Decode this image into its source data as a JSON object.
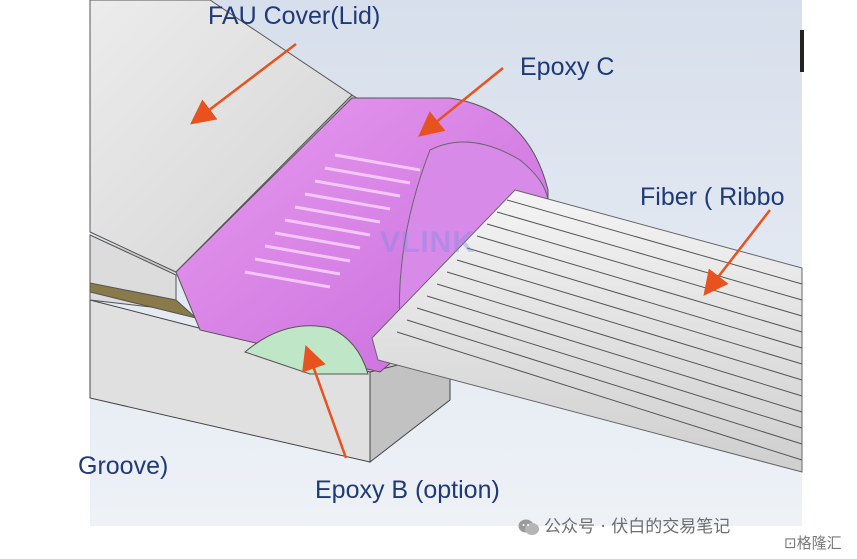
{
  "labels": {
    "fau_cover": "FAU Cover(Lid)",
    "epoxy_c": "Epoxy C",
    "fiber_ribbon": "Fiber ( Ribbo",
    "groove": "Groove)",
    "epoxy_b": "Epoxy B (option)"
  },
  "watermarks": {
    "center": "VLINK",
    "bottom": "公众号 · 伏白的交易笔记",
    "corner": "格隆汇"
  },
  "colors": {
    "label_text": "#1f3a78",
    "arrow": "#e8521f",
    "epoxy_c": "#d97ae6",
    "epoxy_b": "#bfe6c6",
    "background": "#dfe6f1"
  }
}
